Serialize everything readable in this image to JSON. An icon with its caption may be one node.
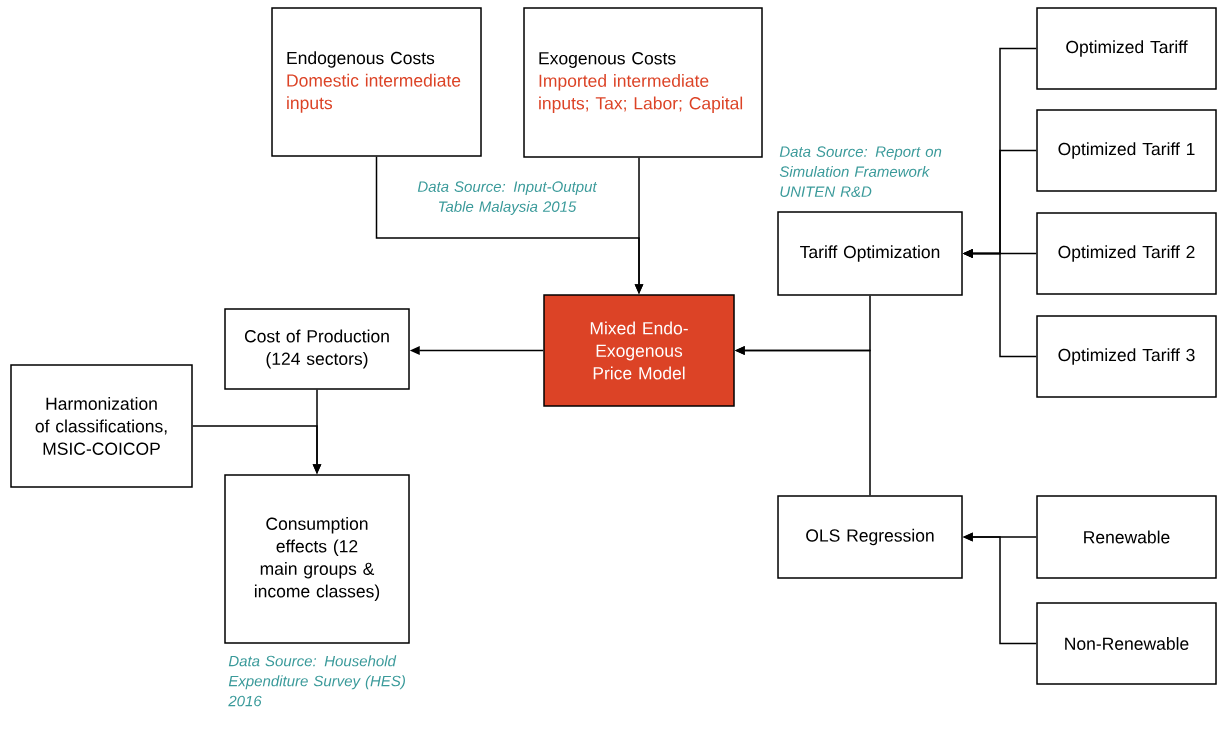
{
  "diagram": {
    "nodes": [
      {
        "text": [
          "Endogenous Costs",
          "Domestic intermediate inputs"
        ]
      },
      {
        "text": [
          "Exogenous Costs",
          "Imported intermediate inputs; Tax; Labor; Capital"
        ]
      },
      {
        "text": [
          "Mixed Endo-Exogenous Price Model"
        ]
      },
      {
        "text": [
          "Cost of Production (124 sectors)"
        ]
      },
      {
        "text": [
          "Harmonization of classifications, MSIC-COICOP"
        ]
      },
      {
        "text": [
          "Consumption effects (12 main groups & income classes)"
        ],
        "beside": [
          "Data Source: Household Expenditure Survey (HES) 2016"
        ]
      },
      {
        "text": [
          "Tariff Optimization"
        ],
        "beside": [
          "Data Source: Report on Simulation Framework UNITEN R&D"
        ]
      },
      {
        "text": [
          "Optimized Tariff"
        ]
      },
      {
        "text": [
          "Optimized Tariff 1"
        ]
      },
      {
        "text": [
          "Optimized Tariff 2"
        ]
      },
      {
        "text": [
          "Optimized Tariff 3"
        ]
      },
      {
        "text": [
          "OLS Regression"
        ]
      },
      {
        "text": [
          "Renewable"
        ]
      },
      {
        "text": [
          "Non-Renewable"
        ]
      }
    ],
    "edges": [
      {
        "from": 0,
        "to": 2,
        "arrow": "to"
      },
      {
        "from": 1,
        "to": 2,
        "arrow": "to"
      },
      {
        "from": 2,
        "to": 3,
        "arrow": "to"
      },
      {
        "from": 3,
        "to": 5,
        "arrow": "to"
      },
      {
        "from": 4,
        "to": 5,
        "arrow": "to"
      },
      {
        "from": 6,
        "to": 2,
        "arrow": "to"
      },
      {
        "from": 11,
        "to": 2,
        "arrow": "to"
      },
      {
        "from": 7,
        "to": 6,
        "arrow": "to"
      },
      {
        "from": 8,
        "to": 6,
        "arrow": "to"
      },
      {
        "from": 9,
        "to": 6,
        "arrow": "to"
      },
      {
        "from": 10,
        "to": 6,
        "arrow": "to"
      },
      {
        "from": 12,
        "to": 11,
        "arrow": "to"
      },
      {
        "from": 13,
        "to": 11,
        "arrow": "to"
      }
    ],
    "labels": [
      "Data Source: Input-Output Table Malaysia 2015"
    ]
  }
}
